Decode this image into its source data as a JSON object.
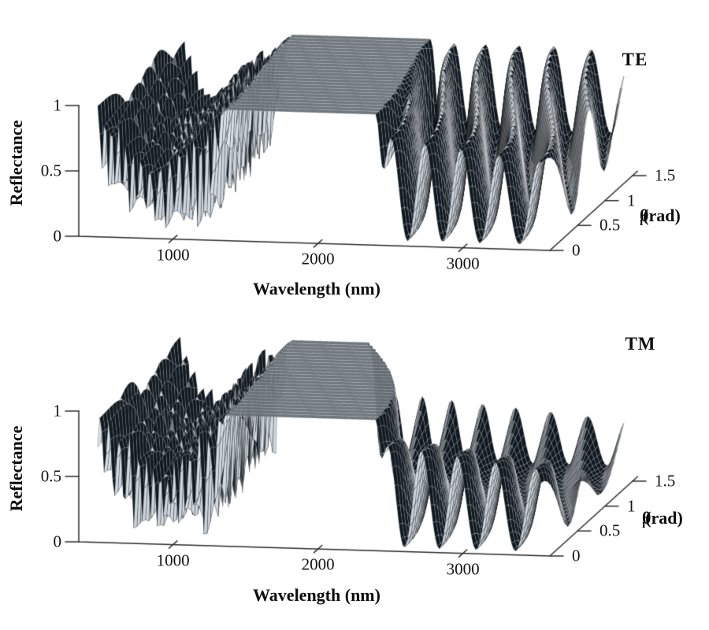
{
  "figure": {
    "background": "#ffffff",
    "axis_line_color": "#2b2b2b",
    "tick_font_color": "#141414",
    "surface_shade_low": "#0a0a0a",
    "surface_shade_high": "#f2f2f2"
  },
  "chart_data": [
    {
      "type": "surface3d",
      "title": "TE",
      "xlabel": "Wavelength (nm)",
      "ylabel_symbol": "θ",
      "ylabel_sub": "i",
      "ylabel_unit": "(rad)",
      "zlabel": "Reflectance",
      "xlim": [
        350,
        3600
      ],
      "ylim": [
        0,
        1.5
      ],
      "zlim": [
        0,
        1
      ],
      "grid": false,
      "legend": null,
      "x_ticks": [
        {
          "value": 1000,
          "label": "1000"
        },
        {
          "value": 2000,
          "label": "2000"
        },
        {
          "value": 3000,
          "label": "3000"
        }
      ],
      "y_ticks": [
        {
          "value": 0,
          "label": "0"
        },
        {
          "value": 0.5,
          "label": "0.5"
        },
        {
          "value": 1,
          "label": "1"
        },
        {
          "value": 1.5,
          "label": "1.5"
        }
      ],
      "z_ticks": [
        {
          "value": 0,
          "label": "0"
        },
        {
          "value": 0.5,
          "label": "0.5"
        },
        {
          "value": 1,
          "label": "1"
        }
      ],
      "surface_model": {
        "polarization": "TE",
        "wavelength_start_nm": 480,
        "wavelength_end_nm": 3540,
        "stopband_nm": [
          1380,
          2400
        ],
        "stopband_reflectance": 1.0,
        "angle_effective_index": 2.0,
        "band_edge_shift_exp": 0.6,
        "notch_depth_nm": 0,
        "notch_power": 2.5,
        "fringe_crests_nm": [
          2508,
          2741,
          2975,
          3247,
          3518
        ],
        "fringe_peak_R": [
          0.82,
          0.79,
          0.76,
          0.72,
          0.68
        ],
        "fringe_valley_R": 0.04,
        "osc_region_nm": [
          480,
          1380
        ],
        "osc_peak_R": 1.0,
        "osc_valley_R": 0.05,
        "osc_period_nm": 56,
        "bowl_center_nm": 880,
        "brewster_dip": false,
        "brewster_angle_rad": 0,
        "seed": 0.0,
        "fringe_phase": 0.0
      }
    },
    {
      "type": "surface3d",
      "title": "TM",
      "xlabel": "Wavelength (nm)",
      "ylabel_symbol": "θ",
      "ylabel_sub": "i",
      "ylabel_unit": "(rad)",
      "zlabel": "Reflectance",
      "xlim": [
        350,
        3600
      ],
      "ylim": [
        0,
        1.5
      ],
      "zlim": [
        0,
        1
      ],
      "grid": false,
      "legend": null,
      "x_ticks": [
        {
          "value": 1000,
          "label": "1000"
        },
        {
          "value": 2000,
          "label": "2000"
        },
        {
          "value": 3000,
          "label": "3000"
        }
      ],
      "y_ticks": [
        {
          "value": 0,
          "label": "0"
        },
        {
          "value": 0.5,
          "label": "0.5"
        },
        {
          "value": 1,
          "label": "1"
        },
        {
          "value": 1.5,
          "label": "1.5"
        }
      ],
      "z_ticks": [
        {
          "value": 0,
          "label": "0"
        },
        {
          "value": 0.5,
          "label": "0.5"
        },
        {
          "value": 1,
          "label": "1"
        }
      ],
      "surface_model": {
        "polarization": "TM",
        "wavelength_start_nm": 480,
        "wavelength_end_nm": 3540,
        "stopband_nm": [
          1380,
          2400
        ],
        "stopband_reflectance": 1.0,
        "angle_effective_index": 2.0,
        "band_edge_shift_exp": 0.6,
        "notch_depth_nm": 420,
        "notch_power": 2.5,
        "fringe_crests_nm": [
          2520,
          2750,
          2985,
          3255,
          3520
        ],
        "fringe_peak_R": [
          0.8,
          0.77,
          0.74,
          0.7,
          0.66
        ],
        "fringe_valley_R": 0.03,
        "osc_region_nm": [
          480,
          1380
        ],
        "osc_peak_R": 1.0,
        "osc_valley_R": 0.05,
        "osc_period_nm": 56,
        "bowl_center_nm": 920,
        "brewster_dip": true,
        "brewster_angle_rad": 1.12,
        "seed": 2.7,
        "fringe_phase": 0.3
      }
    }
  ]
}
